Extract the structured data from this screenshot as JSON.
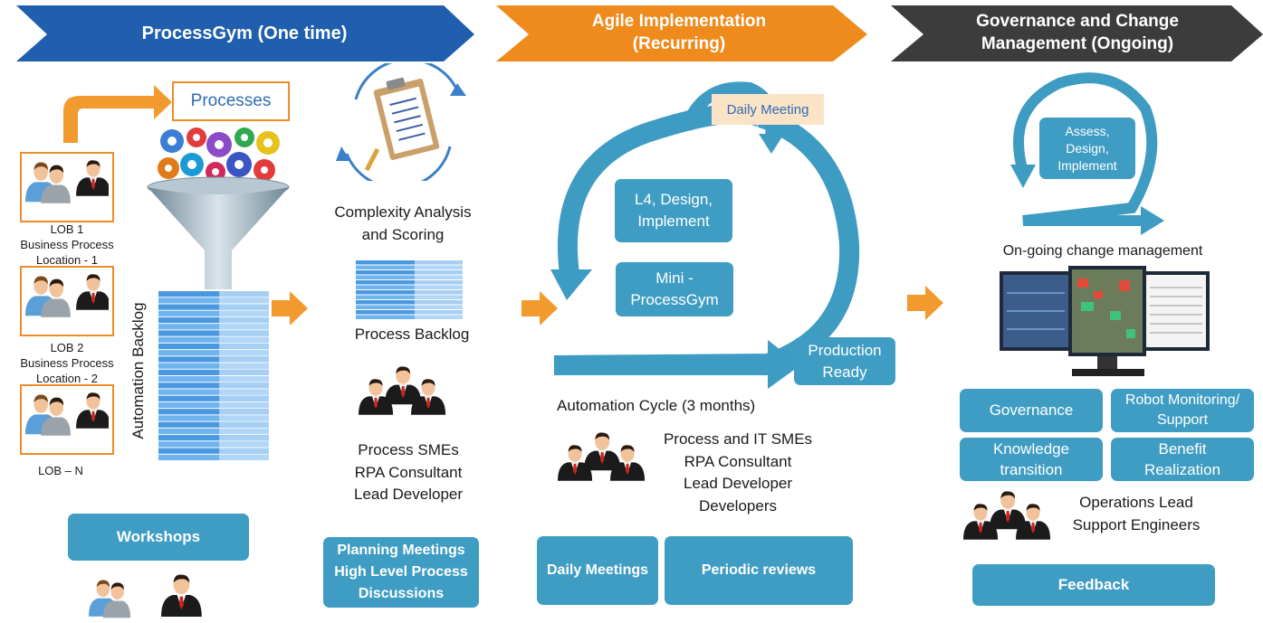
{
  "phases": [
    {
      "title": "ProcessGym (One time)",
      "color": "#1f5fad"
    },
    {
      "title": "Agile Implementation\n(Recurring)",
      "color": "#ef8a1c"
    },
    {
      "title": "Governance and Change\nManagement (Ongoing)",
      "color": "#3c3c3c"
    }
  ],
  "processgym": {
    "processes_label": "Processes",
    "lobs": [
      {
        "label": "LOB 1\nBusiness Process\nLocation - 1"
      },
      {
        "label": "LOB 2\nBusiness Process\nLocation - 2"
      },
      {
        "label": "LOB – N"
      }
    ],
    "automation_backlog": "Automation Backlog",
    "workshops": "Workshops",
    "complexity": "Complexity Analysis\nand Scoring",
    "process_backlog": "Process Backlog",
    "roles": "Process SMEs\nRPA Consultant\nLead Developer",
    "planning": "Planning Meetings\nHigh Level Process\nDiscussions"
  },
  "agile": {
    "daily_meeting_tag": "Daily Meeting",
    "l4": "L4, Design,\nImplement",
    "mini": "Mini -\nProcessGym",
    "production": "Production\nReady",
    "cycle": "Automation Cycle (3 months)",
    "roles": "Process and IT SMEs\nRPA Consultant\nLead Developer\nDevelopers",
    "daily_meetings": "Daily Meetings",
    "periodic": "Periodic reviews"
  },
  "governance": {
    "assess": "Assess,\nDesign,\nImplement",
    "ongoing": "On-going change management",
    "boxes": [
      "Governance",
      "Robot Monitoring/\nSupport",
      "Knowledge\ntransition",
      "Benefit\nRealization"
    ],
    "roles": "Operations Lead\nSupport Engineers",
    "feedback": "Feedback"
  },
  "colors": {
    "accent_blue": "#3f9dc3",
    "arrow_orange": "#f39a2e",
    "cycle_blue": "#3e9bc2"
  }
}
